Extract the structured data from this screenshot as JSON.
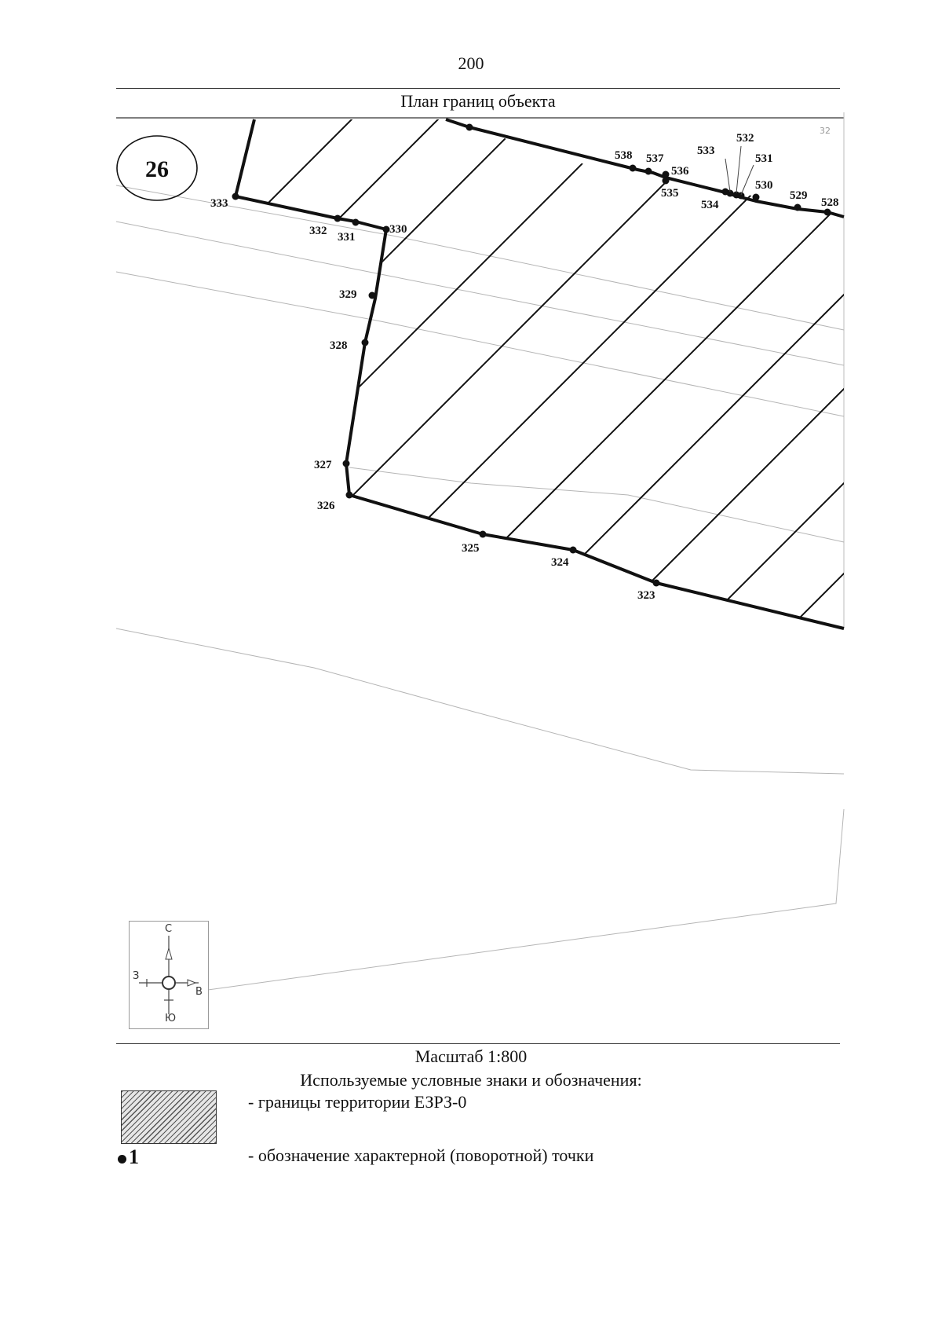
{
  "page_number": "200",
  "plan_title": "План границ объекта",
  "sheet_number": "26",
  "points": {
    "p323": "323",
    "p324": "324",
    "p325": "325",
    "p326": "326",
    "p327": "327",
    "p328": "328",
    "p329": "329",
    "p330": "330",
    "p331": "331",
    "p332": "332",
    "p333": "333",
    "p528": "528",
    "p529": "529",
    "p530": "530",
    "p531": "531",
    "p532": "532",
    "p533": "533",
    "p534": "534",
    "p535": "535",
    "p536": "536",
    "p537": "537",
    "p538": "538",
    "edge_fragment": "32"
  },
  "compass": {
    "north": "С",
    "south": "Ю",
    "west": "З",
    "east": "В"
  },
  "scale": "Масштаб 1:800",
  "legend": {
    "title": "Используемые условные знаки и обозначения:",
    "boundary": "- границы территории ЕЗРЗ-0",
    "point_symbol": "1",
    "point_desc": "- обозначение характерной (поворотной) точки"
  },
  "colors": {
    "boundary": "#111111",
    "hatch": "#111111",
    "background_lines": "#b0b0b0"
  }
}
